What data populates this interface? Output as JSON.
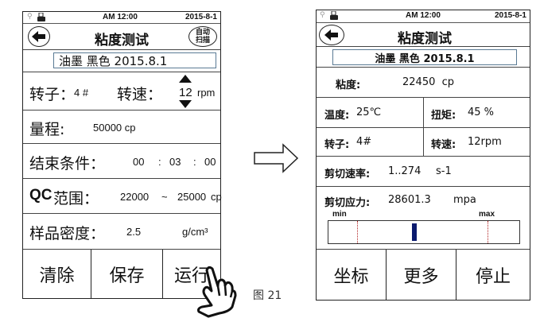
{
  "left_screen": {
    "status_bar": {
      "time": "AM 12:00",
      "date": "2015-8-1",
      "usb_icon": "usb-icon",
      "printer_icon": "printer-icon"
    },
    "header": {
      "title": "粘度测试",
      "back_icon": "back-arrow-icon",
      "auto_scan_line1": "自动",
      "auto_scan_line2": "扫描"
    },
    "sample_name": "油墨 黑色 2015.8.1",
    "rotor": {
      "label": "转子：",
      "value": "4 #"
    },
    "speed": {
      "label": "转速：",
      "value": "12",
      "unit": "rpm"
    },
    "range": {
      "label": "量程:",
      "value": "50000 cp"
    },
    "end_condition": {
      "label": "结束条件：",
      "hh": "00",
      "mm": "03",
      "ss": "00",
      "sep": ":"
    },
    "qc_range": {
      "label_bold": "QC",
      "label": "范围：",
      "min": "22000",
      "tilde": "~",
      "max": "25000",
      "unit": "cp"
    },
    "density": {
      "label": "样品密度：",
      "value": "2.5",
      "unit": "g/cm³"
    },
    "buttons": {
      "clear": "清除",
      "save": "保存",
      "run": "运行"
    }
  },
  "arrow_icon": "right-arrow-icon",
  "figure_caption": "图 21",
  "right_screen": {
    "status_bar": {
      "time": "AM 12:00",
      "date": "2015-8-1"
    },
    "header": {
      "title": "粘度测试"
    },
    "sample_name": "油墨 黑色 2015.8.1",
    "viscosity": {
      "label": "粘度:",
      "value": "22450  cp"
    },
    "temperature": {
      "label": "温度:",
      "value": "25℃"
    },
    "torque": {
      "label": "扭矩:",
      "value": "45 %"
    },
    "rotor": {
      "label": "转子:",
      "value": "4#"
    },
    "speed": {
      "label": "转速:",
      "value": "12rpm"
    },
    "shear_rate": {
      "label": "剪切速率:",
      "value": "1..274",
      "unit": "s-1"
    },
    "shear_stress": {
      "label": "剪切应力:",
      "value": "28601.3",
      "unit": "mpa"
    },
    "gauge": {
      "min_label": "min",
      "max_label": "max",
      "marker_color": "#0a1a6e",
      "limit_color": "#b02020"
    },
    "buttons": {
      "coords": "坐标",
      "more": "更多",
      "stop": "停止"
    }
  }
}
